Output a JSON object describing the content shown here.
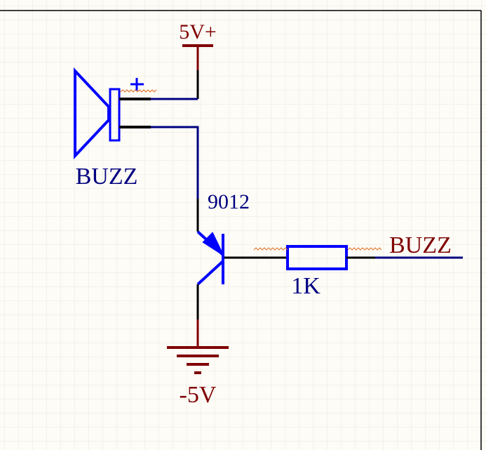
{
  "schematic": {
    "power_label": "5V+",
    "ground_label": "-5V",
    "buzzer_ref": "BUZZ",
    "buzzer_polarity": "+",
    "transistor_label": "9012",
    "resistor_label": "1K",
    "net_label": "BUZZ"
  },
  "colors": {
    "background": "#fdfcf7",
    "grid": "#ebe8d8",
    "component_blue": "#0000ff",
    "wire_navy": "#000080",
    "power_maroon": "#800000",
    "pin_black": "#000000",
    "squiggle": "#e07020"
  }
}
